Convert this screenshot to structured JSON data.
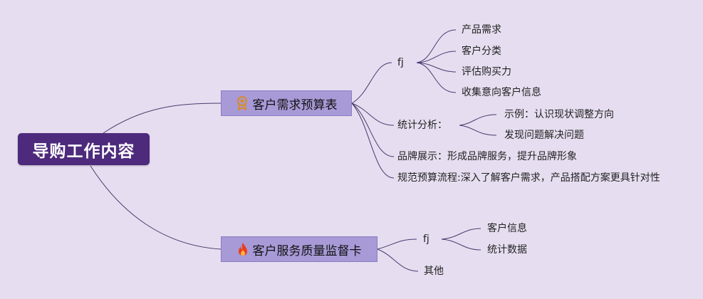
{
  "root": "导购工作内容",
  "branches": [
    {
      "label": "客户需求预算表",
      "icon": "award-ribbon-icon",
      "children": [
        {
          "label": "fj",
          "children": [
            "产品需求",
            "客户分类",
            "评估购买力",
            "收集意向客户信息"
          ]
        },
        {
          "label": "统计分析：",
          "children": [
            "示例：认识现状调整方向",
            "发现问题解决问题"
          ]
        },
        {
          "label": "品牌展示：形成品牌服务，提升品牌形象"
        },
        {
          "label": "规范预算流程:深入了解客户需求，产品搭配方案更具针对性"
        }
      ]
    },
    {
      "label": "客户服务质量监督卡",
      "icon": "fire-icon",
      "children": [
        {
          "label": "fj",
          "children": [
            "客户信息",
            "统计数据"
          ]
        },
        {
          "label": "其他"
        }
      ]
    }
  ],
  "colors": {
    "background": "#e6def0",
    "root_fill": "#4d2a7c",
    "branch_fill": "#a79ad7",
    "line": "#4a3a6e"
  }
}
